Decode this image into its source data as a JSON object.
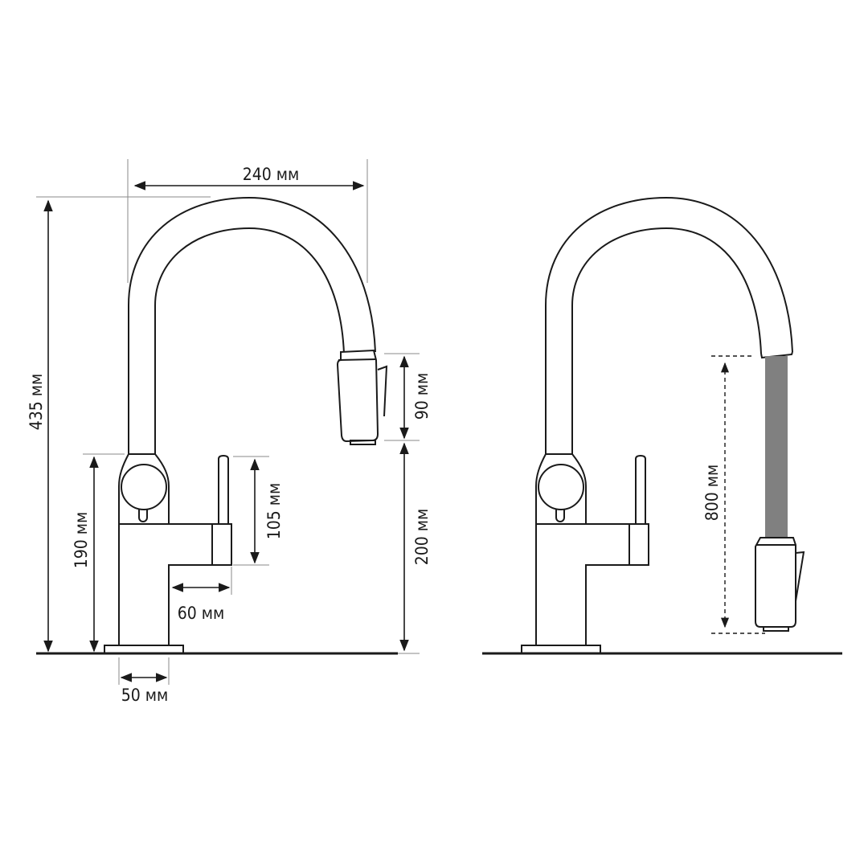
{
  "dimensions": {
    "spout_reach": "240 мм",
    "total_height": "435 мм",
    "body_height": "190 мм",
    "lever_height": "105 мм",
    "spout_clearance": "200 мм",
    "head_height": "90 мм",
    "outlet_depth": "60 мм",
    "base_width": "50 мм",
    "hose_length": "800 мм"
  },
  "colors": {
    "line": "#1a1a1a",
    "hose": "#808080"
  }
}
